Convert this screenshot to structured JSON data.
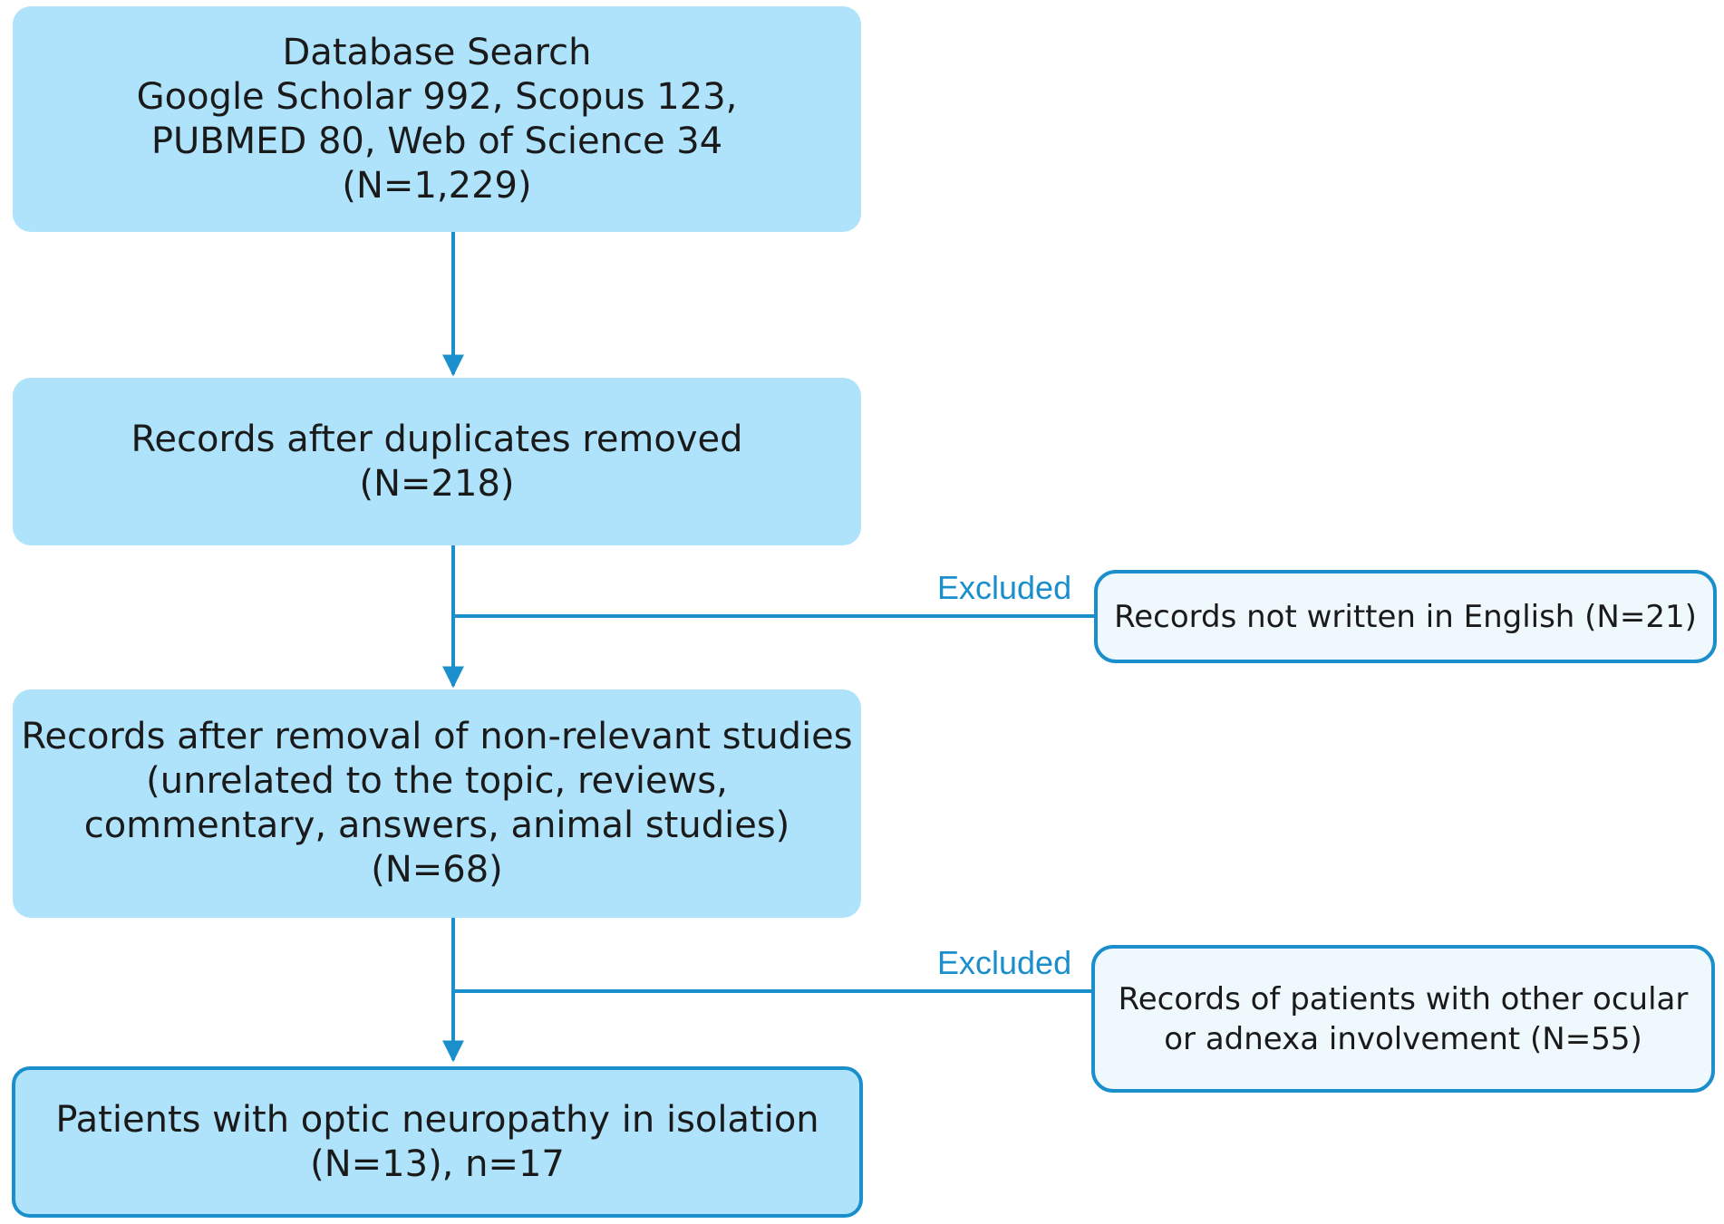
{
  "boxes": {
    "search": [
      "Database Search",
      "Google Scholar 992, Scopus 123,",
      "PUBMED 80, Web of Science 34",
      "(N=1,229)"
    ],
    "dedup": [
      "Records after duplicates removed",
      "(N=218)"
    ],
    "relevant": [
      "Records after removal of non-relevant studies",
      "(unrelated to the topic, reviews,",
      "commentary, answers, animal studies)",
      "(N=68)"
    ],
    "final": [
      "Patients with optic neuropathy in isolation",
      "(N=13), n=17"
    ]
  },
  "exclusions": {
    "first": {
      "label": "Excluded",
      "text": [
        "Records not written in English (N=21)"
      ]
    },
    "second": {
      "label": "Excluded",
      "text": [
        "Records of patients with other ocular",
        "or adnexa involvement (N=55)"
      ]
    }
  },
  "colors": {
    "box_fill": "#aee3fb",
    "side_fill": "#eef8fd",
    "accent": "#1a8fcc",
    "text": "#1a1a1a"
  }
}
